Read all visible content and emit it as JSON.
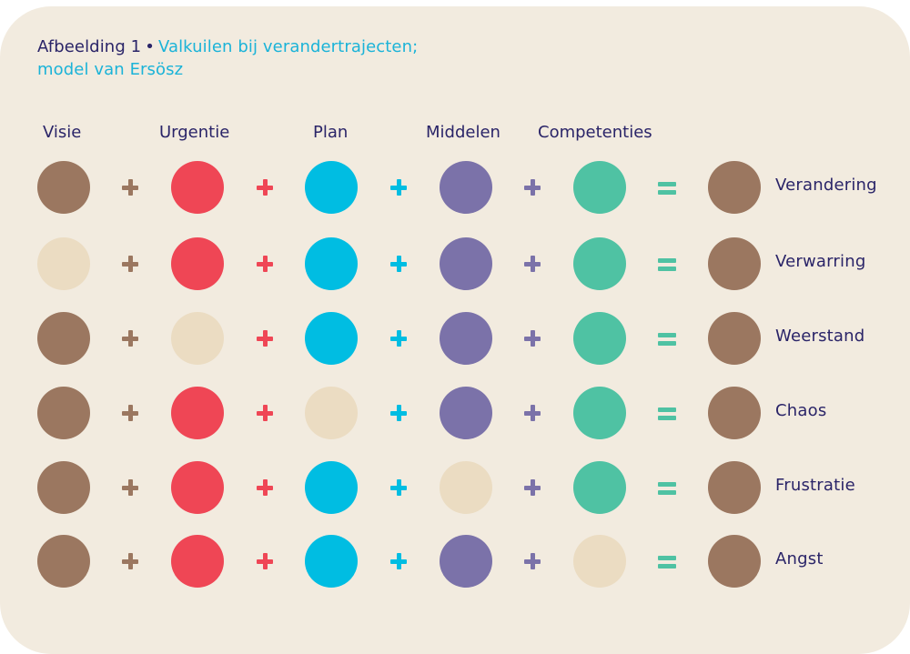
{
  "figure": {
    "label": "Afbeelding 1",
    "separator": "•",
    "title_line1": "Valkuilen bij verandertrajecten;",
    "title_line2": "model van Ersösz"
  },
  "columns": [
    "Visie",
    "Urgentie",
    "Plan",
    "Middelen",
    "Competenties"
  ],
  "colors": {
    "visie": "#9b7760",
    "urgentie": "#ef4655",
    "plan": "#00bde2",
    "middelen": "#7b72a9",
    "competenties": "#4fc2a3",
    "missing": "#ebdcc2",
    "result": "#9b7760",
    "plus_visie": "#9b7760",
    "plus_urgentie": "#ef4655",
    "plus_plan": "#00bde2",
    "plus_middelen": "#7b72a9",
    "equals": "#4fc2a3",
    "text_dark": "#2a2468",
    "text_accent": "#1bb3d8",
    "background": "#f2ebdf"
  },
  "rows": [
    {
      "result": "Verandering",
      "present": [
        true,
        true,
        true,
        true,
        true
      ]
    },
    {
      "result": "Verwarring",
      "present": [
        false,
        true,
        true,
        true,
        true
      ]
    },
    {
      "result": "Weerstand",
      "present": [
        true,
        false,
        true,
        true,
        true
      ]
    },
    {
      "result": "Chaos",
      "present": [
        true,
        true,
        false,
        true,
        true
      ]
    },
    {
      "result": "Frustratie",
      "present": [
        true,
        true,
        true,
        false,
        true
      ]
    },
    {
      "result": "Angst",
      "present": [
        true,
        true,
        true,
        true,
        false
      ]
    }
  ]
}
